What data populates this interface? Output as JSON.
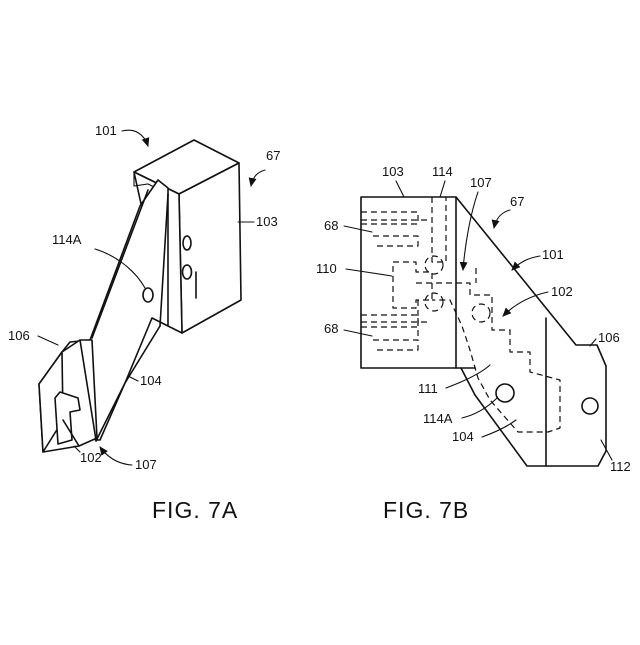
{
  "figures": [
    {
      "caption": "FIG. 7A",
      "labels": {
        "r101": "101",
        "r67": "67",
        "r103": "103",
        "r114A": "114A",
        "r106": "106",
        "r104": "104",
        "r107": "107",
        "r102": "102"
      }
    },
    {
      "caption": "FIG. 7B",
      "labels": {
        "r103": "103",
        "r114": "114",
        "r107": "107",
        "r67": "67",
        "r68a": "68",
        "r101": "101",
        "r110": "110",
        "r102": "102",
        "r68b": "68",
        "r106": "106",
        "r111": "111",
        "r114A": "114A",
        "r104": "104",
        "r112": "112"
      }
    }
  ]
}
